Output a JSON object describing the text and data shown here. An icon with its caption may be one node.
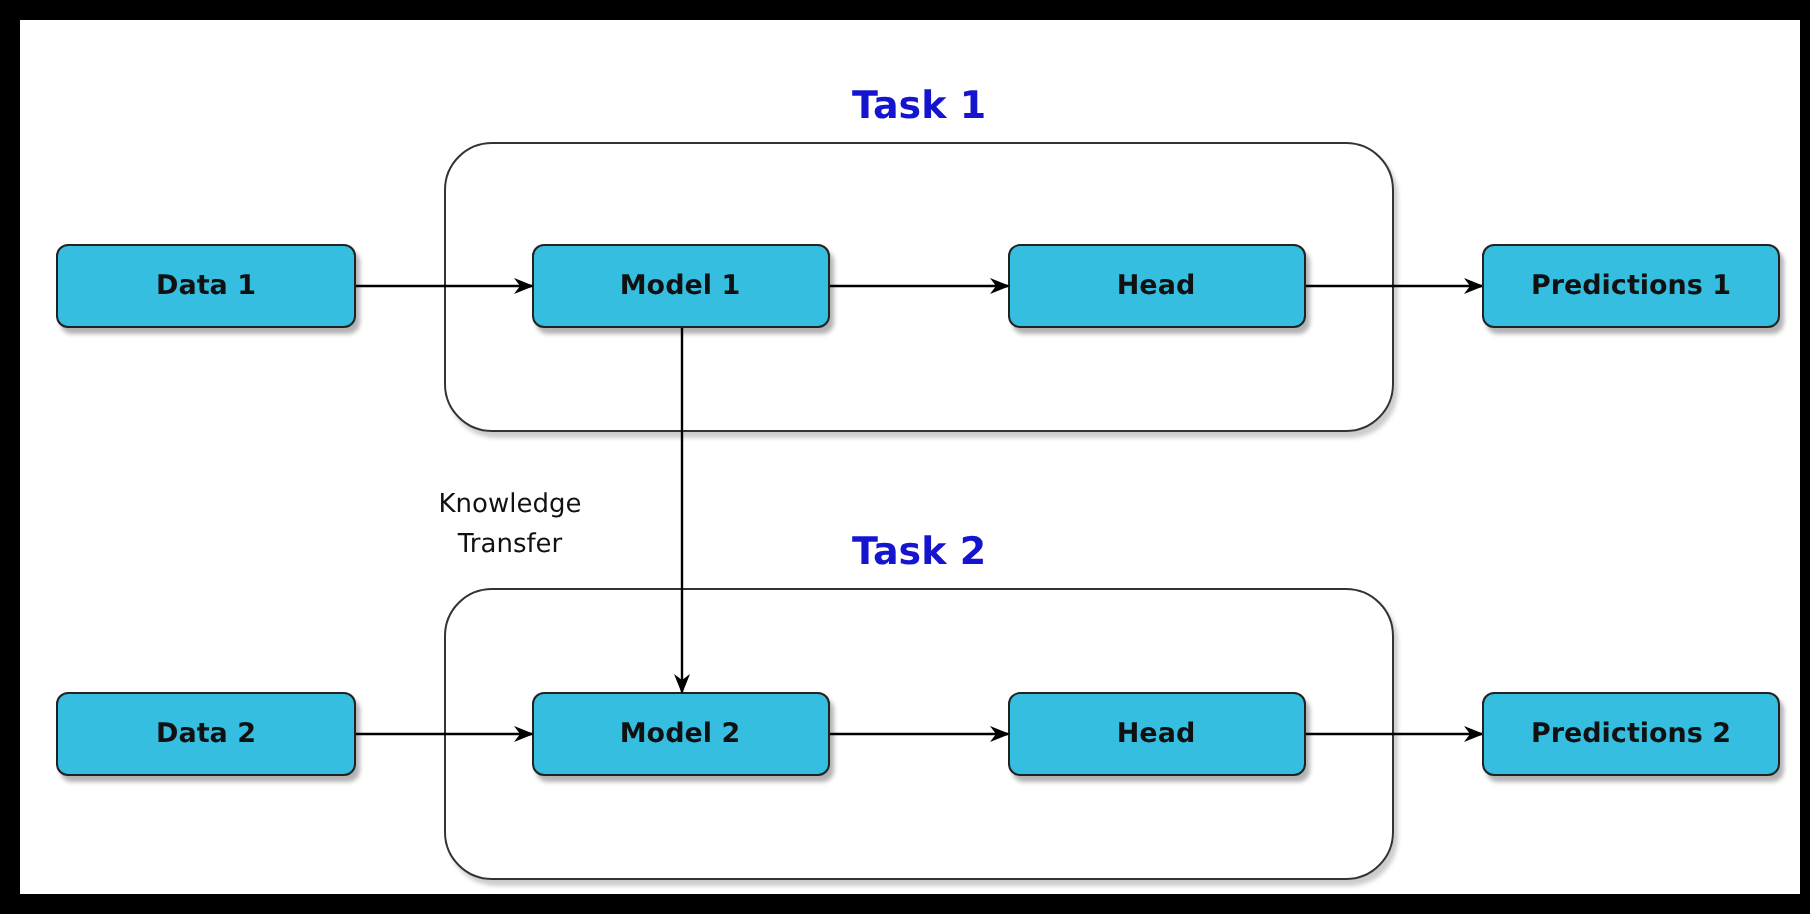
{
  "diagram": {
    "nodes": [
      {
        "text": [
          "Data 1"
        ]
      },
      {
        "text": [
          "Task 1"
        ]
      },
      {
        "text": [
          "Model 1"
        ],
        "in": 1
      },
      {
        "text": [
          "Head"
        ],
        "in": 1
      },
      {
        "text": [
          "Predictions 1"
        ]
      },
      {
        "text": [
          "Data 2"
        ]
      },
      {
        "text": [
          "Task 2"
        ]
      },
      {
        "text": [
          "Model 2"
        ],
        "in": 6
      },
      {
        "text": [
          "Head"
        ],
        "in": 6
      },
      {
        "text": [
          "Predictions 2"
        ]
      }
    ],
    "edges": [
      {
        "from": 0,
        "to": 2,
        "arrow": "to"
      },
      {
        "from": 2,
        "to": 3,
        "arrow": "to"
      },
      {
        "from": 3,
        "to": 4,
        "arrow": "to"
      },
      {
        "from": 2,
        "to": 7,
        "arrow": "to",
        "label": "Knowledge Transfer"
      },
      {
        "from": 5,
        "to": 7,
        "arrow": "to"
      },
      {
        "from": 7,
        "to": 8,
        "arrow": "to"
      },
      {
        "from": 8,
        "to": 9,
        "arrow": "to"
      }
    ]
  }
}
